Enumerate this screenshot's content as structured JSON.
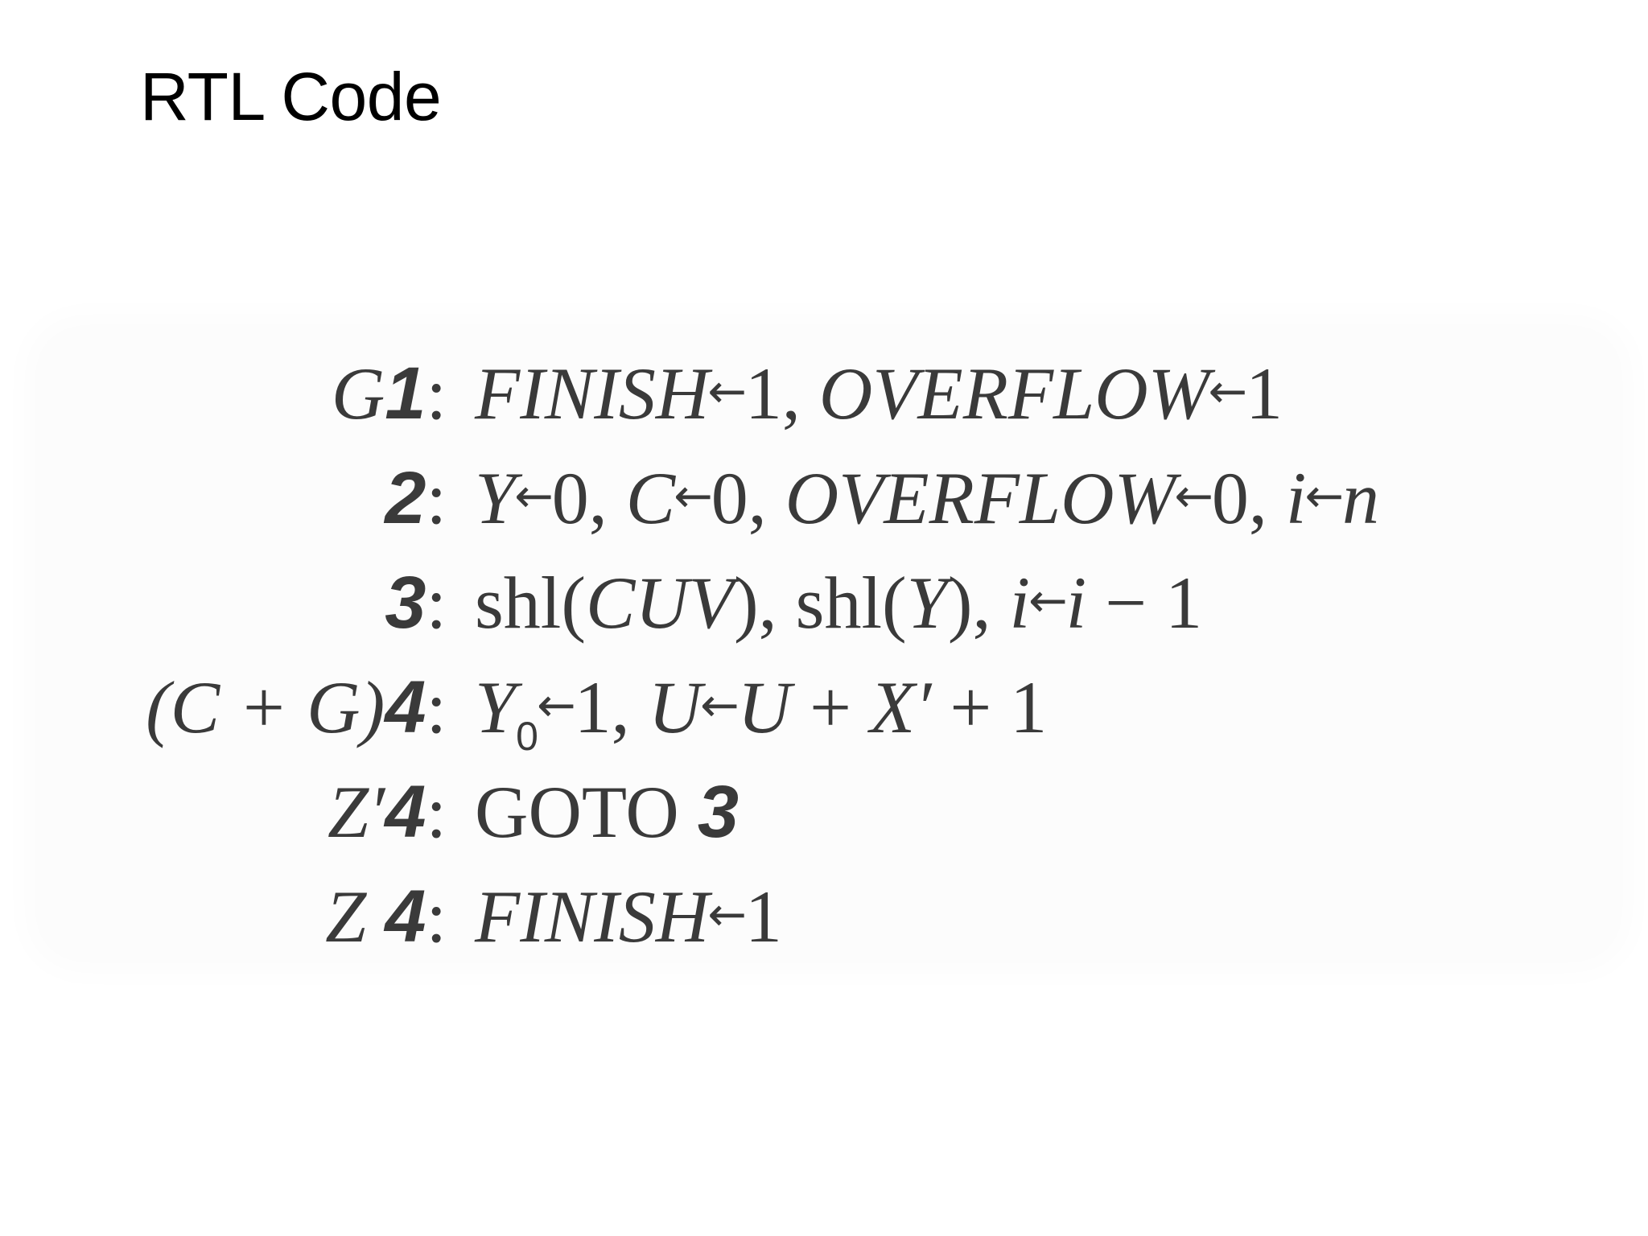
{
  "slide": {
    "title": "RTL Code"
  },
  "rtl": {
    "arrow": "←",
    "rows": [
      {
        "cond_pre": "",
        "cond_var": "G",
        "cond_step": "1",
        "colon": ":",
        "action": [
          {
            "t": "FINISH",
            "s": "it"
          },
          {
            "t": "←",
            "s": "arrow"
          },
          {
            "t": "1, ",
            "s": ""
          },
          {
            "t": "OVERFLOW",
            "s": "it"
          },
          {
            "t": "←",
            "s": "arrow"
          },
          {
            "t": "1",
            "s": ""
          }
        ]
      },
      {
        "cond_pre": "",
        "cond_var": "",
        "cond_step": "2",
        "colon": ":",
        "action": [
          {
            "t": "Y",
            "s": "it"
          },
          {
            "t": "←",
            "s": "arrow"
          },
          {
            "t": "0, ",
            "s": ""
          },
          {
            "t": "C",
            "s": "it"
          },
          {
            "t": "←",
            "s": "arrow"
          },
          {
            "t": "0, ",
            "s": ""
          },
          {
            "t": "OVERFLOW",
            "s": "it"
          },
          {
            "t": "←",
            "s": "arrow"
          },
          {
            "t": "0, ",
            "s": ""
          },
          {
            "t": "i",
            "s": "it"
          },
          {
            "t": "←",
            "s": "arrow"
          },
          {
            "t": "n",
            "s": "it"
          }
        ]
      },
      {
        "cond_pre": "",
        "cond_var": "",
        "cond_step": "3",
        "colon": ":",
        "action": [
          {
            "t": "shl(",
            "s": ""
          },
          {
            "t": "CUV",
            "s": "it"
          },
          {
            "t": "), shl(",
            "s": ""
          },
          {
            "t": "Y",
            "s": "it"
          },
          {
            "t": "), ",
            "s": ""
          },
          {
            "t": "i",
            "s": "it"
          },
          {
            "t": "←",
            "s": "arrow"
          },
          {
            "t": "i",
            "s": "it"
          },
          {
            "t": " − 1",
            "s": ""
          }
        ]
      },
      {
        "cond_pre": "(C + G)",
        "cond_var": "",
        "cond_step": "4",
        "colon": ":",
        "action": [
          {
            "t": "Y",
            "s": "it"
          },
          {
            "t": "0",
            "s": "sub"
          },
          {
            "t": "←",
            "s": "arrow"
          },
          {
            "t": "1, ",
            "s": ""
          },
          {
            "t": "U",
            "s": "it"
          },
          {
            "t": "←",
            "s": "arrow"
          },
          {
            "t": "U",
            "s": "it"
          },
          {
            "t": " + ",
            "s": ""
          },
          {
            "t": "X′",
            "s": "it"
          },
          {
            "t": " + 1",
            "s": ""
          }
        ]
      },
      {
        "cond_pre": "",
        "cond_var": "Z′",
        "cond_step": "4",
        "colon": ":",
        "action": [
          {
            "t": "GOTO ",
            "s": ""
          },
          {
            "t": "3",
            "s": "bd"
          }
        ]
      },
      {
        "cond_pre": "",
        "cond_var": "Z ",
        "cond_step": "4",
        "colon": ":",
        "action": [
          {
            "t": "FINISH",
            "s": "it"
          },
          {
            "t": "←",
            "s": "arrow"
          },
          {
            "t": "1",
            "s": ""
          }
        ]
      }
    ]
  }
}
